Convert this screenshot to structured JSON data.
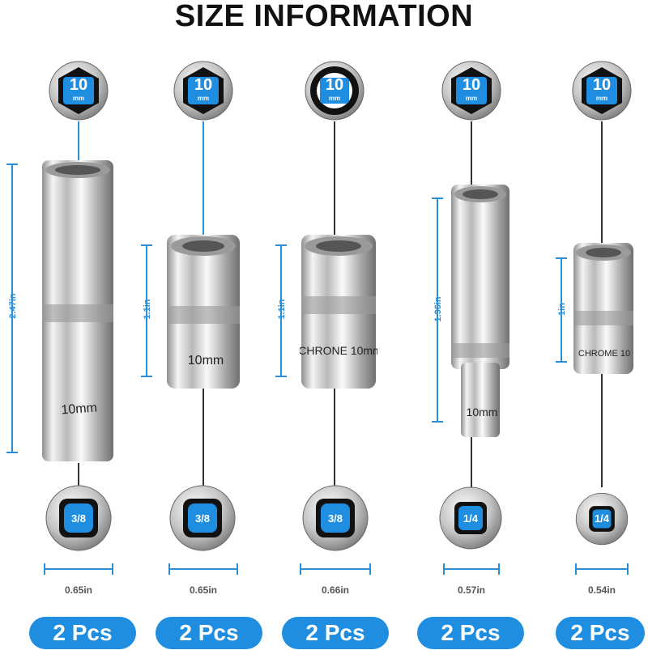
{
  "title": "SIZE INFORMATION",
  "colors": {
    "accent": "#1f8ee0",
    "dimension": "#2a8fd6",
    "chrome": "#c8c8c8"
  },
  "sockets": [
    {
      "size": "10",
      "unit": "mm",
      "point": "6-point",
      "length": "2.47in",
      "drive": "3/8",
      "diameter": "0.65in",
      "qty": "2 Pcs"
    },
    {
      "size": "10",
      "unit": "mm",
      "point": "6-point",
      "length": "1.1in",
      "drive": "3/8",
      "diameter": "0.65in",
      "qty": "2 Pcs"
    },
    {
      "size": "10",
      "unit": "mm",
      "point": "12-spline",
      "length": "1.1in",
      "drive": "3/8",
      "diameter": "0.66in",
      "qty": "2 Pcs"
    },
    {
      "size": "10",
      "unit": "mm",
      "point": "6-point",
      "length": "1.96in",
      "drive": "1/4",
      "diameter": "0.57in",
      "qty": "2 Pcs"
    },
    {
      "size": "10",
      "unit": "mm",
      "point": "6-point",
      "length": "1in",
      "drive": "1/4",
      "diameter": "0.54in",
      "qty": "2 Pcs"
    }
  ],
  "engravings": {
    "deep_3_8": "10mm",
    "short_3_8": "10mm",
    "spline_3_8": "CHRONE 10mm",
    "deep_1_4": "10mm",
    "short_1_4": "CHROME 10"
  }
}
